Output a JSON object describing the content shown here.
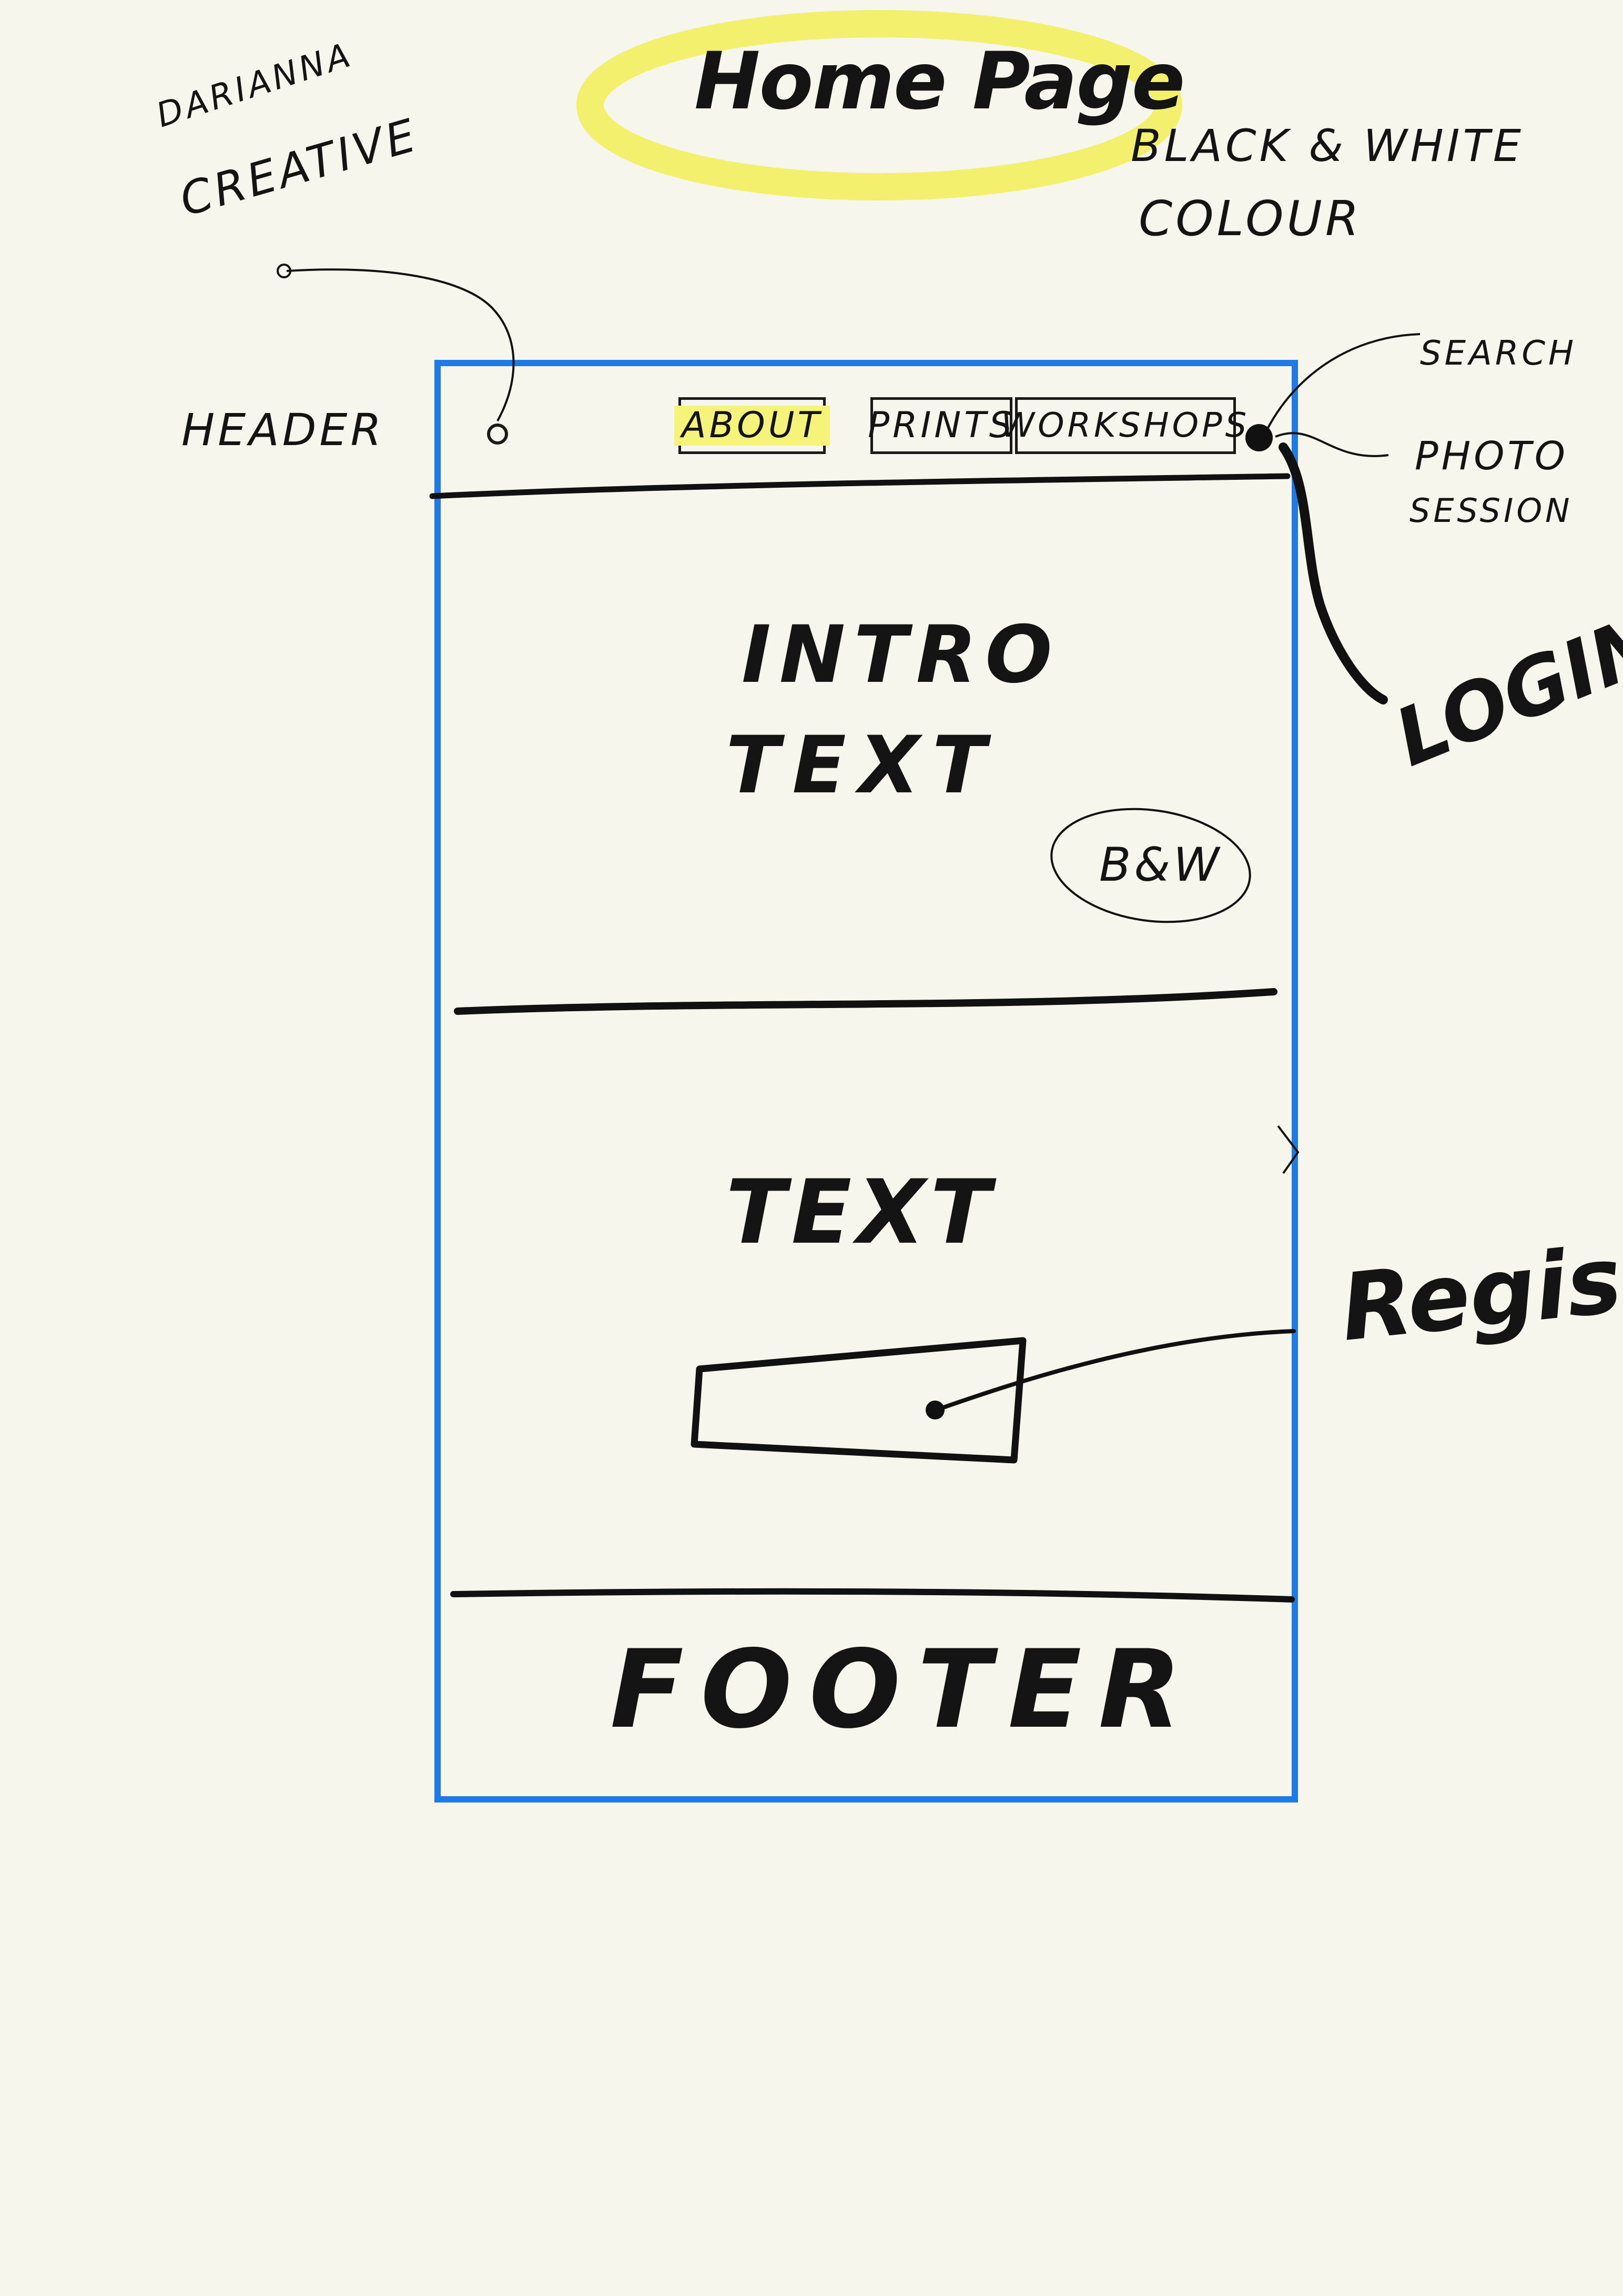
{
  "title": "Home Page",
  "annotations": {
    "brand_line1": "DARIANNA",
    "brand_line2": "CREATIVE",
    "header": "HEADER",
    "color_line1": "BLACK & WHITE",
    "color_line2": "COLOUR",
    "search": "SEARCH",
    "photo_line1": "PHOTO",
    "photo_line2": "SESSION",
    "login": "LOGIN",
    "register": "Registr."
  },
  "nav": {
    "about": "ABOUT",
    "prints": "PRINTS",
    "workshops": "WORKSHOPS"
  },
  "sections": {
    "intro_line1": "INTRO",
    "intro_line2": "TEXT",
    "bw_badge": "B&W",
    "text": "TEXT",
    "footer": "FOOTER"
  },
  "colors": {
    "frame": "#1e7be6",
    "title_highlight": "#f3f06e",
    "nav_highlight": "#f6f37a",
    "ink": "#111111",
    "paper": "#f7f6ec"
  }
}
